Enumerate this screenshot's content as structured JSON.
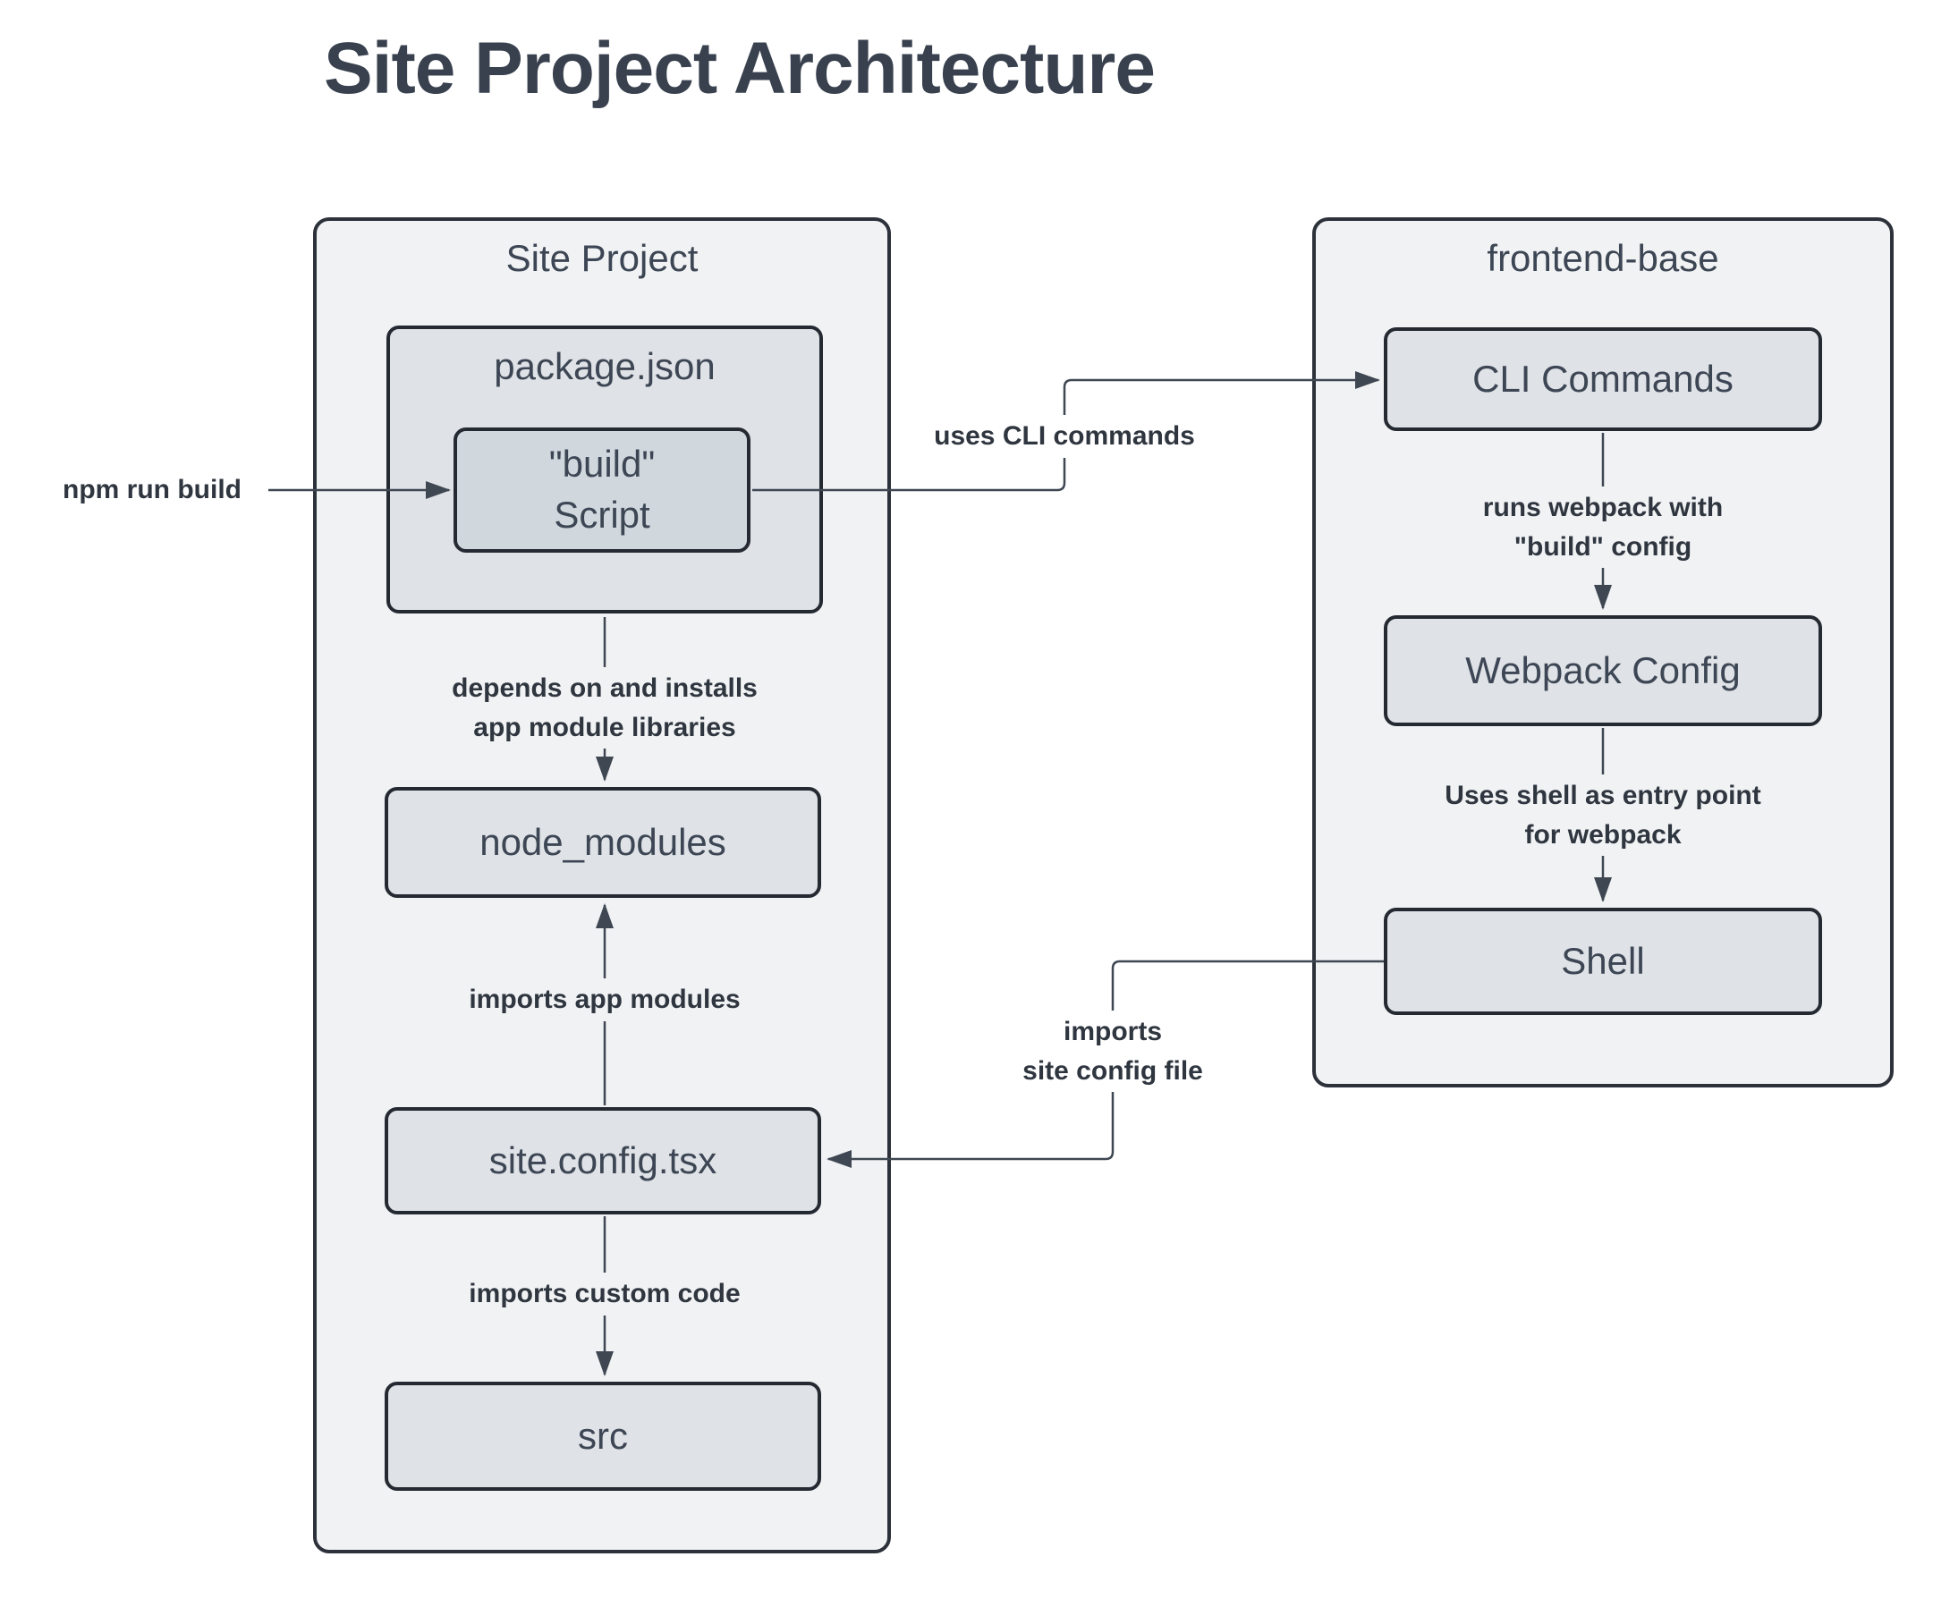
{
  "title": "Site Project Architecture",
  "colors": {
    "page-bg": "#ffffff",
    "container-fill": "#f1f2f4",
    "container-border": "#2c313a",
    "node-fill": "#dfe2e6",
    "node-border": "#252a32",
    "inner-node-fill": "#d0d7dd",
    "edge-color": "#3f4752",
    "box-text": "#3d4654",
    "label-text": "#2f363f",
    "title-text": "#39414f"
  },
  "containers": {
    "site_project": {
      "label": "Site Project"
    },
    "frontend_base": {
      "label": "frontend-base"
    }
  },
  "nodes": {
    "package_json": {
      "label": "package.json"
    },
    "build_script": {
      "label": "\"build\"\nScript"
    },
    "node_modules": {
      "label": "node_modules"
    },
    "site_config": {
      "label": "site.config.tsx"
    },
    "src": {
      "label": "src"
    },
    "cli_commands": {
      "label": "CLI Commands"
    },
    "webpack_config": {
      "label": "Webpack Config"
    },
    "shell": {
      "label": "Shell"
    }
  },
  "edge_labels": {
    "npm_run_build": "npm run build",
    "uses_cli_commands": "uses CLI commands",
    "depends_installs": "depends on and installs\napp module libraries",
    "imports_app_modules": "imports app modules",
    "imports_custom_code": "imports custom code",
    "imports_site_config": "imports\nsite config file",
    "runs_webpack": "runs webpack with\n\"build\" config",
    "uses_shell_entry": "Uses shell as entry point\nfor webpack"
  }
}
